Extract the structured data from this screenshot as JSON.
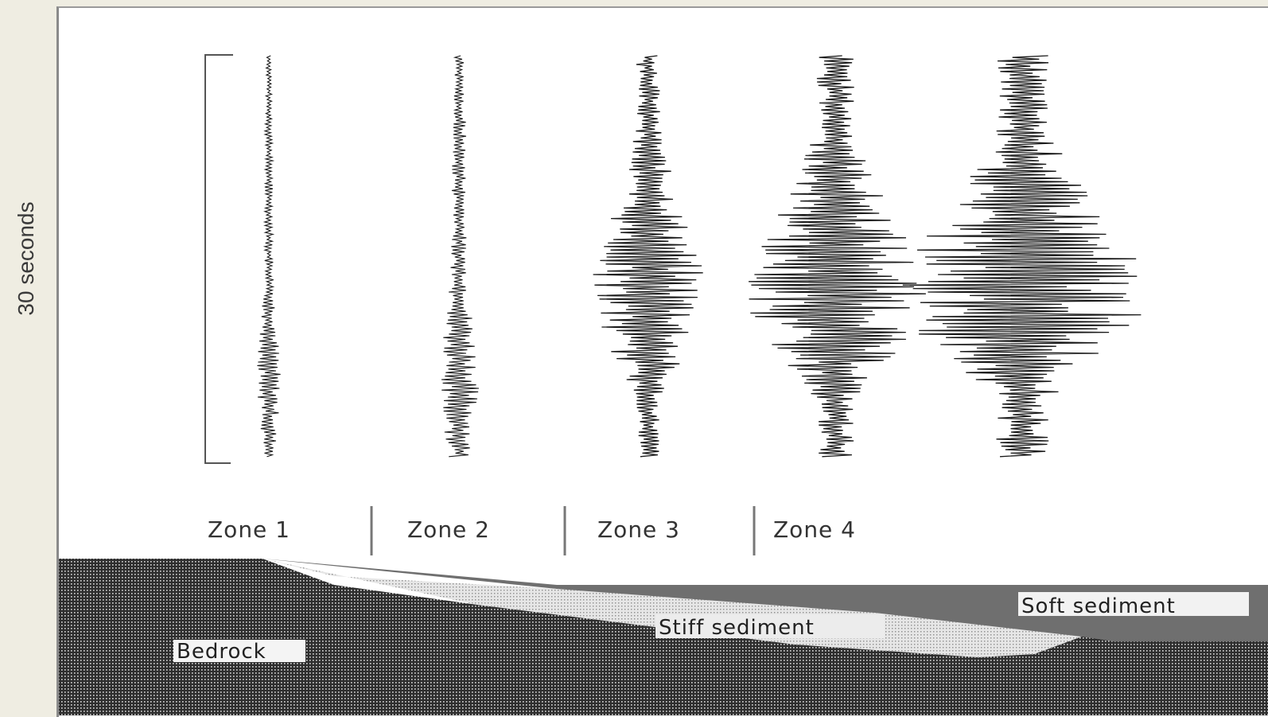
{
  "time_scale": {
    "label": "30 seconds"
  },
  "zones": [
    {
      "label": "Zone 1"
    },
    {
      "label": "Zone 2"
    },
    {
      "label": "Zone 3"
    },
    {
      "label": "Zone 4"
    }
  ],
  "seismograms": [
    {
      "name": "zone-1",
      "relative_amplitude": 0.08
    },
    {
      "name": "zone-2",
      "relative_amplitude": 0.14
    },
    {
      "name": "zone-3",
      "relative_amplitude": 0.45
    },
    {
      "name": "zone-4",
      "relative_amplitude": 0.72
    },
    {
      "name": "zone-4-soft",
      "relative_amplitude": 1.0
    }
  ],
  "layers": {
    "bedrock": "Bedrock",
    "stiff": "Stiff sediment",
    "soft": "Soft sediment"
  },
  "colors": {
    "background": "#efede2",
    "panel": "#ffffff",
    "bedrock": "#3a3a3a",
    "stiff_sediment": "#bdbdbd",
    "soft_sediment": "#6b6b6b",
    "trace": "#1a1a1a"
  }
}
